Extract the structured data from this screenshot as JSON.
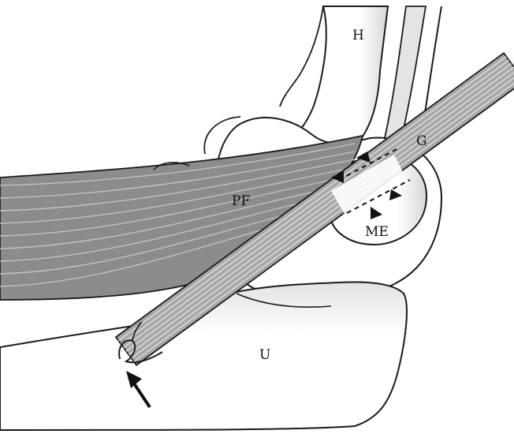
{
  "labels": {
    "humerus": "H",
    "graft": "G",
    "pronator_flexor": "PF",
    "medial_epicondyle": "ME",
    "ulna": "U"
  },
  "colors": {
    "outline": "#1a1a1a",
    "bone_fill": "#ffffff",
    "bone_shade": "#d9d9d9",
    "muscle_fill": "#8c8c8c",
    "muscle_stripe": "#bdbdbd",
    "graft_fill": "#a8a8a8",
    "graft_stripe": "#e6e6e6"
  },
  "icons": [
    "arrowhead-marker",
    "arrow-pointer",
    "suture-loop"
  ]
}
